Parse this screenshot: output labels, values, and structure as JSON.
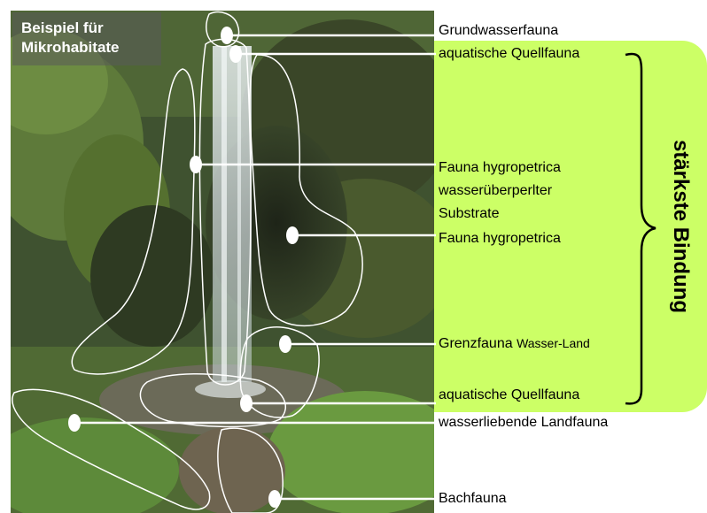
{
  "title": {
    "line1": "Beispiel für",
    "line2": "Mikrohabitate"
  },
  "labels": {
    "grundwasserfauna": "Grundwasserfauna",
    "quellfauna_top": "aquatische Quellfauna",
    "hygropetrica_1_line1": "Fauna hygropetrica",
    "hygropetrica_1_line2": "wasserüberperlter",
    "hygropetrica_1_line3": "Substrate",
    "hygropetrica_2": "Fauna hygropetrica",
    "grenzfauna_main": "Grenzfauna ",
    "grenzfauna_small": "Wasser-Land",
    "quellfauna_bottom": "aquatische Quellfauna",
    "landfauna": "wasserliebende Landfauna",
    "bachfauna": "Bachfauna"
  },
  "bracket_label": "stärkste Bindung",
  "colors": {
    "panel": "#ccff66",
    "outline": "#ffffff",
    "text": "#000000"
  }
}
